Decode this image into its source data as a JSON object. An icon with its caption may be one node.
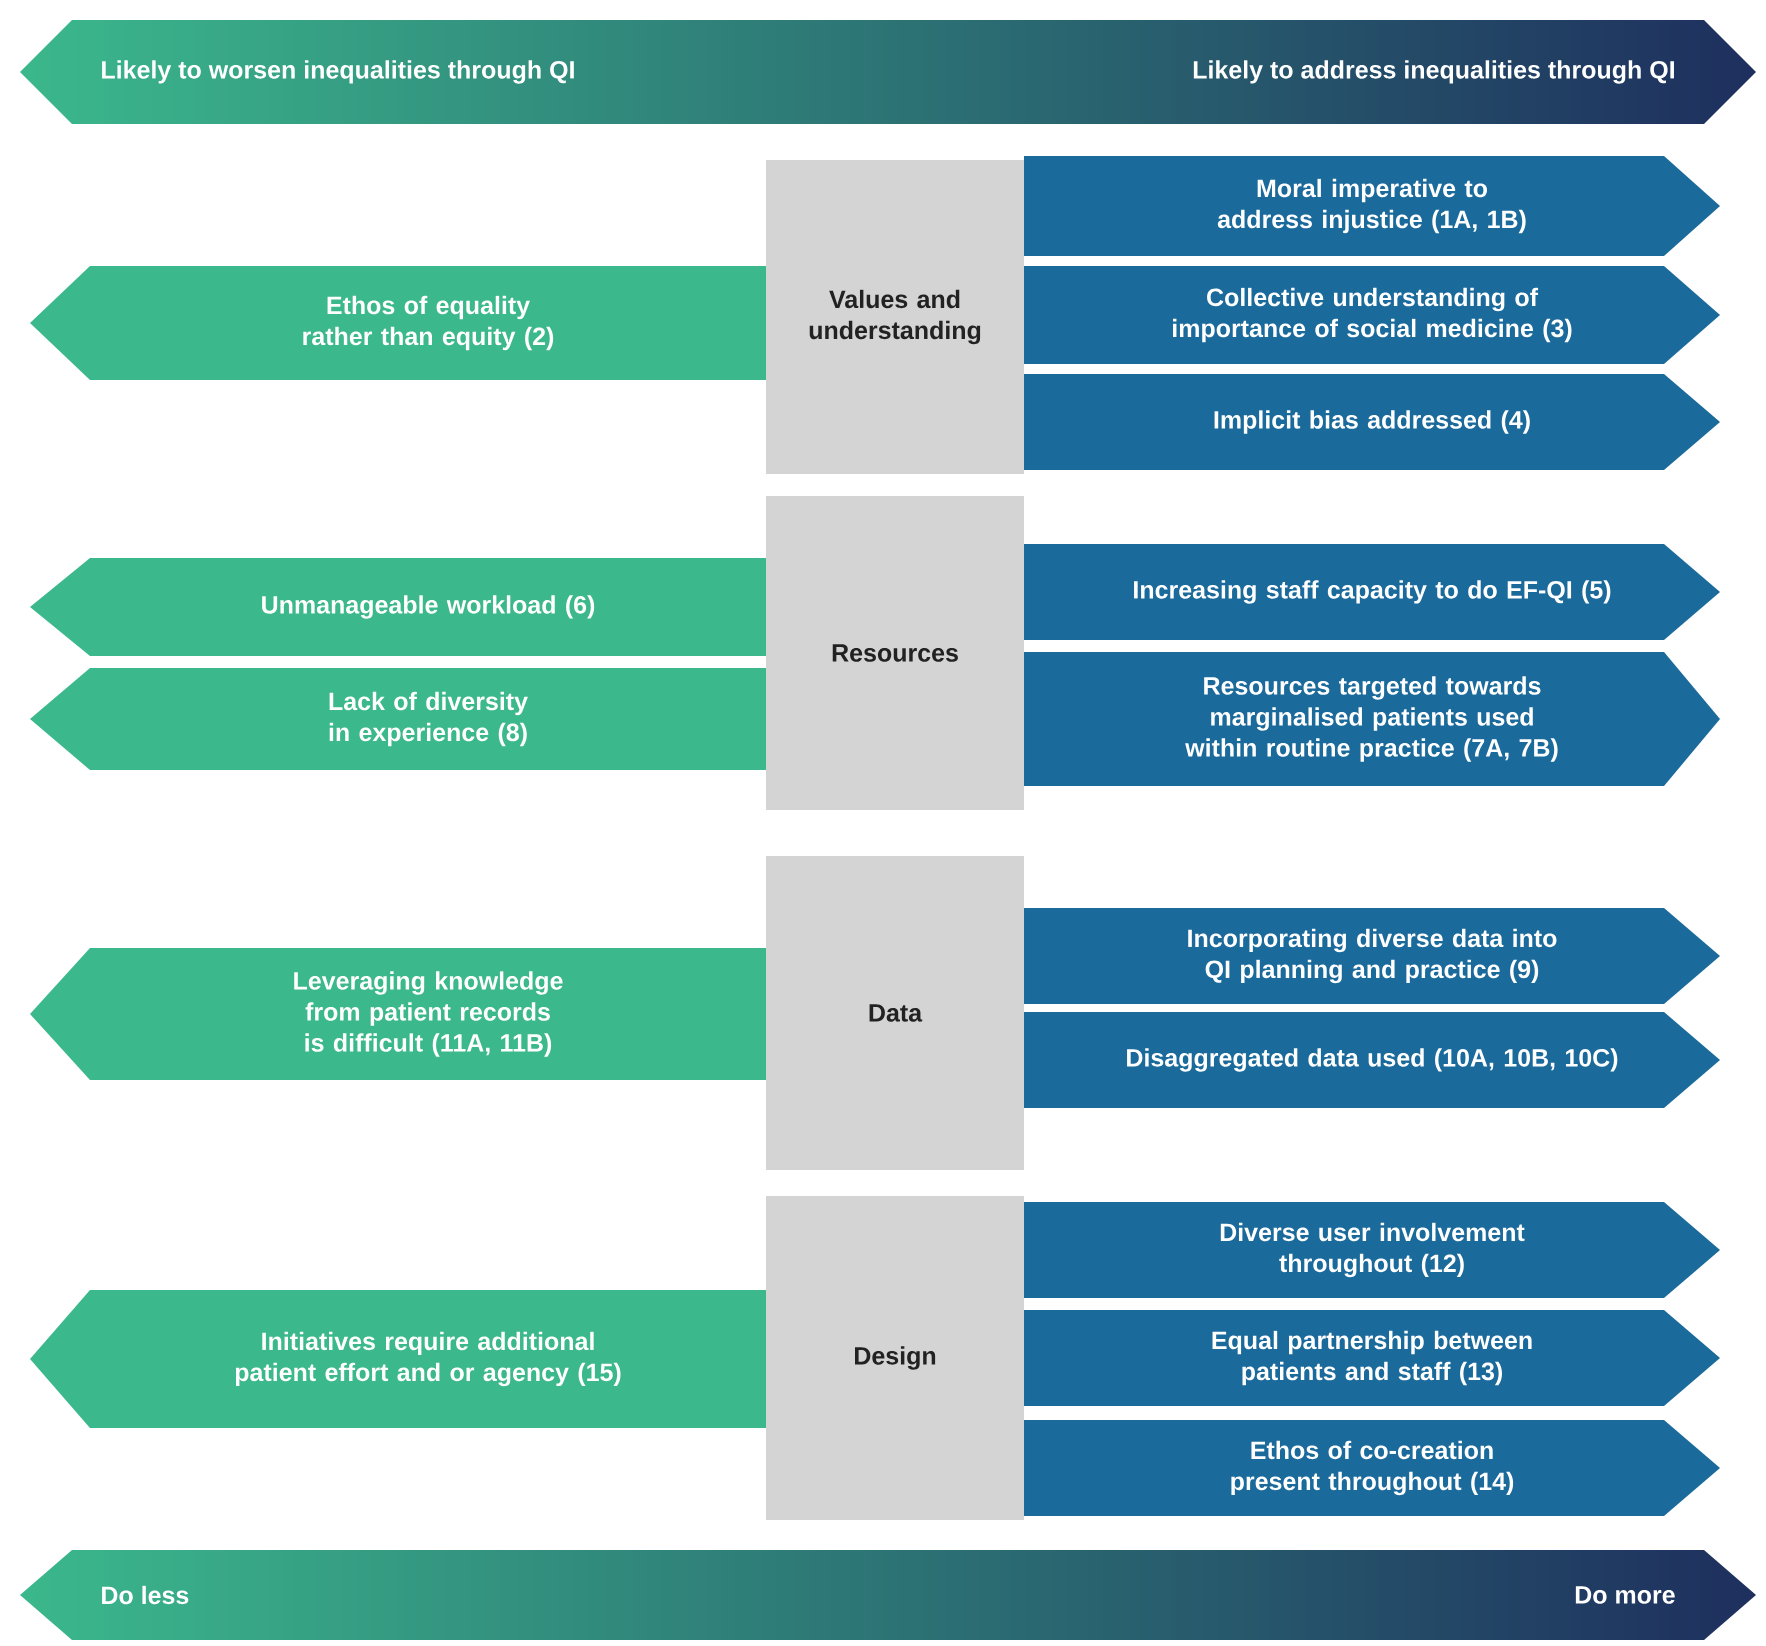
{
  "diagram": {
    "nodes": [
      {
        "text": [
          "Likely to worsen inequalities through QI",
          "Likely to address inequalities through QI"
        ]
      },
      {
        "text": [
          "Ethos of equality rather than equity (2)"
        ]
      },
      {
        "text": [
          "Values and understanding"
        ]
      },
      {
        "text": [
          "Moral imperative to address injustice (1A, 1B)"
        ]
      },
      {
        "text": [
          "Collective understanding of importance of social medicine (3)"
        ]
      },
      {
        "text": [
          "Implicit bias addressed (4)"
        ]
      },
      {
        "text": [
          "Unmanageable workload (6)"
        ]
      },
      {
        "text": [
          "Lack of diversity in experience (8)"
        ]
      },
      {
        "text": [
          "Resources"
        ]
      },
      {
        "text": [
          "Increasing staff capacity to do EF-QI (5)"
        ]
      },
      {
        "text": [
          "Resources targeted towards marginalised patients used within routine practice (7A, 7B)"
        ]
      },
      {
        "text": [
          "Leveraging knowledge from patient records is difficult (11A, 11B)"
        ]
      },
      {
        "text": [
          "Data"
        ]
      },
      {
        "text": [
          "Incorporating diverse data into QI planning and practice (9)"
        ]
      },
      {
        "text": [
          "Disaggregated data used (10A, 10B, 10C)"
        ]
      },
      {
        "text": [
          "Initiatives require additional patient effort and or agency (15)"
        ]
      },
      {
        "text": [
          "Design"
        ]
      },
      {
        "text": [
          "Diverse user involvement throughout (12)"
        ]
      },
      {
        "text": [
          "Equal partnership between patients and staff (13)"
        ]
      },
      {
        "text": [
          "Ethos of co-creation present throughout (14)"
        ]
      },
      {
        "text": [
          "Do less",
          "Do more"
        ]
      }
    ]
  }
}
